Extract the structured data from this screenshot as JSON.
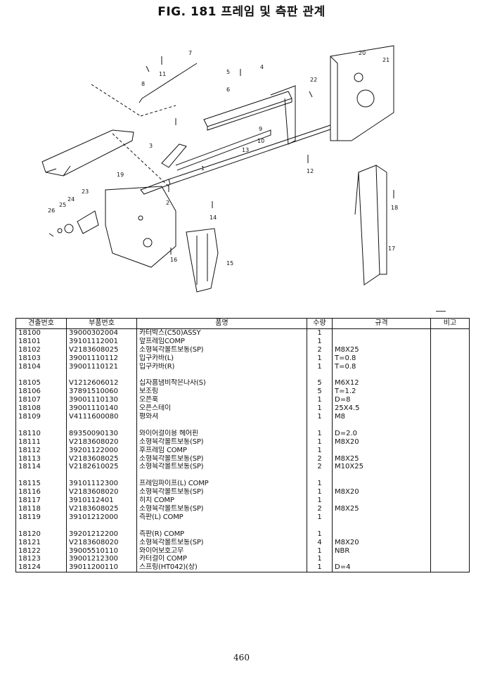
{
  "page": {
    "title": "FIG. 181 프레임 및 측판 관계",
    "page_number": "460"
  },
  "diagram": {
    "callouts": [
      "1",
      "2",
      "3",
      "4",
      "5",
      "6",
      "7",
      "8",
      "9",
      "10",
      "11",
      "12",
      "13",
      "14",
      "15",
      "16",
      "17",
      "18",
      "19",
      "20",
      "21",
      "22",
      "23",
      "24",
      "25",
      "26"
    ]
  },
  "table": {
    "headers": [
      "견출번호",
      "부품번호",
      "품명",
      "수량",
      "규격",
      "비고"
    ],
    "rows": [
      [
        "18100",
        "39000302004",
        "카터박스(C50)ASSY",
        "1",
        "",
        ""
      ],
      [
        "18101",
        "39101112001",
        "앞프레임COMP",
        "1",
        "",
        ""
      ],
      [
        "18102",
        "V2183608025",
        "소형육각볼트보통(SP)",
        "2",
        "M8X25",
        ""
      ],
      [
        "18103",
        "39001110112",
        "입구카바(L)",
        "1",
        "T=0.8",
        ""
      ],
      [
        "18104",
        "39001110121",
        "입구카바(R)",
        "1",
        "T=0.8",
        ""
      ],
      [
        "",
        "",
        "",
        "",
        "",
        ""
      ],
      [
        "18105",
        "V1212606012",
        "십자홈냄비작은나사(S)",
        "5",
        "M6X12",
        ""
      ],
      [
        "18106",
        "37891510060",
        "보조링",
        "5",
        "T=1.2",
        ""
      ],
      [
        "18107",
        "39001110130",
        "오픈훅",
        "1",
        "D=8",
        ""
      ],
      [
        "18108",
        "39001110140",
        "오픈스테이",
        "1",
        "25X4.5",
        ""
      ],
      [
        "18109",
        "V4111600080",
        "평와셔",
        "1",
        "M8",
        ""
      ],
      [
        "",
        "",
        "",
        "",
        "",
        ""
      ],
      [
        "18110",
        "89350090130",
        "와이어걸이용 헤어핀",
        "1",
        "D=2.0",
        ""
      ],
      [
        "18111",
        "V2183608020",
        "소형육각볼트보통(SP)",
        "1",
        "M8X20",
        ""
      ],
      [
        "18112",
        "39201122000",
        "후프레임 COMP",
        "1",
        "",
        ""
      ],
      [
        "18113",
        "V2183608025",
        "소형육각볼트보통(SP)",
        "2",
        "M8X25",
        ""
      ],
      [
        "18114",
        "V2182610025",
        "소형육각볼트보통(SP)",
        "2",
        "M10X25",
        ""
      ],
      [
        "",
        "",
        "",
        "",
        "",
        ""
      ],
      [
        "18115",
        "39101112300",
        "프레임파이프(L) COMP",
        "1",
        "",
        ""
      ],
      [
        "18116",
        "V2183608020",
        "소형육각볼트보통(SP)",
        "1",
        "M8X20",
        ""
      ],
      [
        "18117",
        "3910112401",
        "히치  COMP",
        "1",
        "",
        ""
      ],
      [
        "18118",
        "V2183608025",
        "소형육각볼트보통(SP)",
        "2",
        "M8X25",
        ""
      ],
      [
        "18119",
        "39101212000",
        "측판(L) COMP",
        "1",
        "",
        ""
      ],
      [
        "",
        "",
        "",
        "",
        "",
        ""
      ],
      [
        "18120",
        "39201212200",
        "측판(R) COMP",
        "1",
        "",
        ""
      ],
      [
        "18121",
        "V2183608020",
        "소형육각볼트보통(SP)",
        "4",
        "M8X20",
        ""
      ],
      [
        "18122",
        "39005510110",
        "와이어보호고무",
        "1",
        "NBR",
        ""
      ],
      [
        "18123",
        "39001212300",
        "카터걸이 COMP",
        "1",
        "",
        ""
      ],
      [
        "18124",
        "39011200110",
        "스프링(HT042)(상)",
        "1",
        "D=4",
        ""
      ]
    ]
  }
}
